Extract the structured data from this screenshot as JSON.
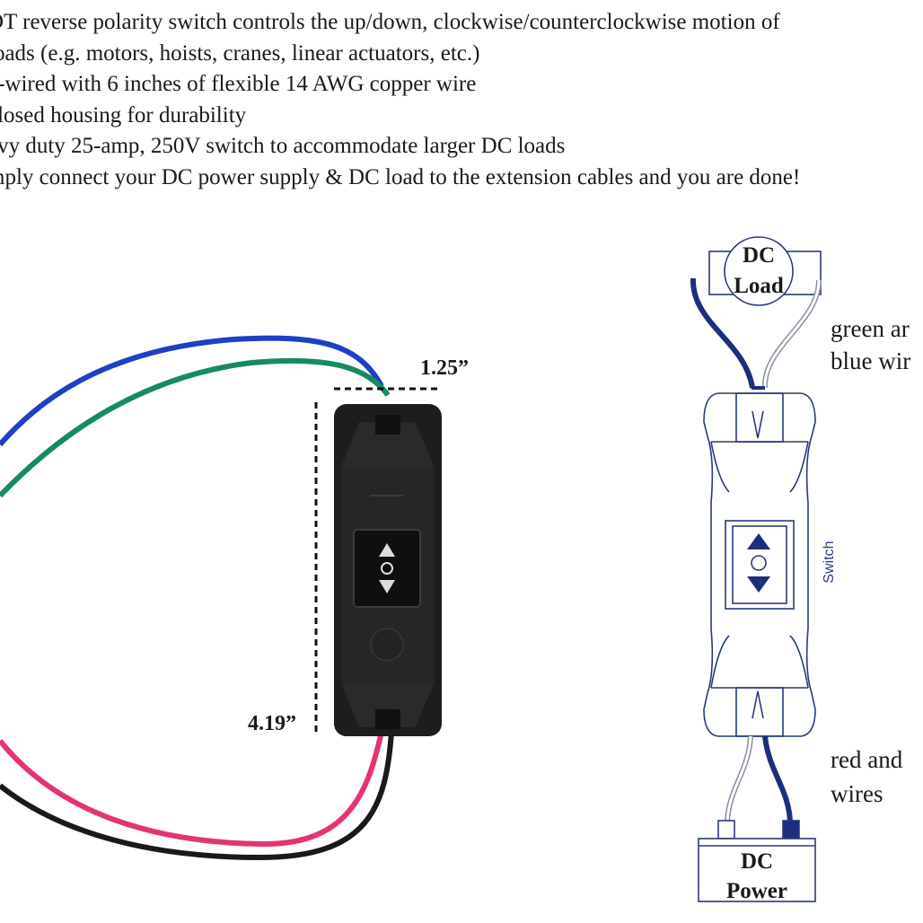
{
  "description_lines": [
    "DT reverse polarity switch controls the up/down, clockwise/counterclockwise motion of",
    "loads (e.g. motors, hoists, cranes, linear actuators, etc.)",
    "e-wired with 6 inches of flexible 14 AWG copper wire",
    "closed housing for durability",
    "avy duty 25-amp, 250V switch to accommodate larger DC loads",
    "mply connect your DC power supply & DC load to the extension cables and you are done!"
  ],
  "photo": {
    "width_dimension": "1.25”",
    "height_dimension": "4.19”",
    "wire_colors": {
      "blue": "#1f3fc7",
      "green": "#178a63",
      "red": "#e4356e",
      "black": "#1a1a1a"
    }
  },
  "diagram": {
    "load_label_line1": "DC",
    "load_label_line2": "Load",
    "power_label_line1": "DC",
    "power_label_line2": "Power",
    "switch_label": "Switch",
    "top_wires_line1": "green ar",
    "top_wires_line2": "blue wir",
    "bottom_wires_line1": "red and",
    "bottom_wires_line2": "wires",
    "outline_color": "#283a7a",
    "dark_wire_color": "#1c2f7e"
  }
}
